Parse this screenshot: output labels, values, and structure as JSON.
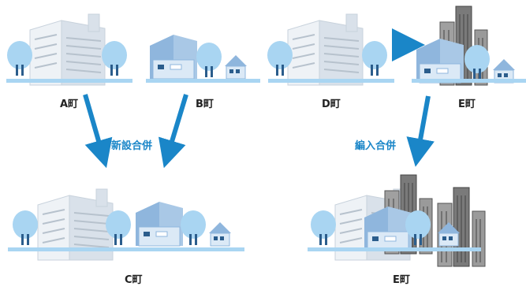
{
  "labels": {
    "town_a": "A町",
    "town_b": "B町",
    "town_c": "C町",
    "town_d": "D町",
    "town_e_top": "E町",
    "town_e_bottom": "E町"
  },
  "operations": {
    "new_merger": "新設合併",
    "absorption_merger": "編入合併"
  },
  "colors": {
    "arrow": "#1a86c8",
    "operation_text": "#1a86c8",
    "tree": "#a9d5f2",
    "building_light": "#dbe4ec",
    "building_blue": "#8fb6dd",
    "skyscraper": "#6e6e6e"
  }
}
